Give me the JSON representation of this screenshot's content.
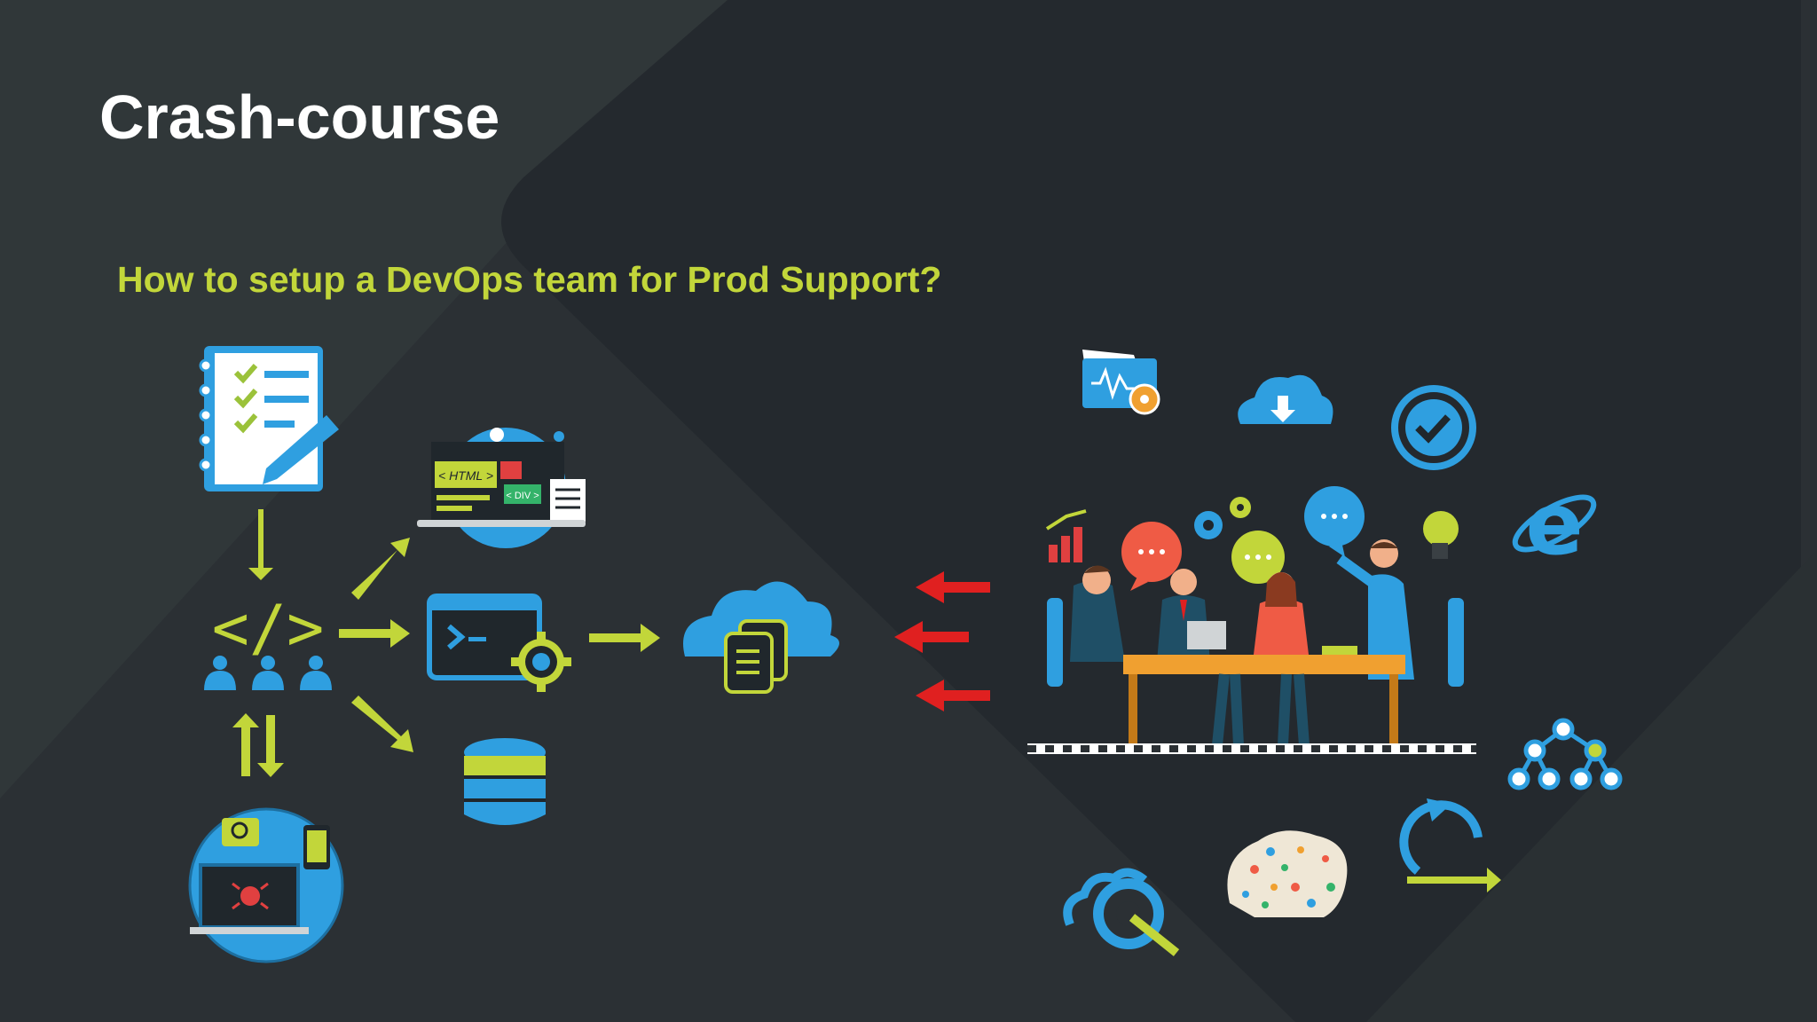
{
  "slide": {
    "title": "Crash-course",
    "subtitle": "How to setup a DevOps team for Prod Support?"
  },
  "icons": {
    "left_flow": [
      "checklist-icon",
      "web-code-icon",
      "code-team-icon",
      "terminal-settings-icon",
      "cloud-documents-icon",
      "database-icon",
      "testing-laptop-icon"
    ],
    "right_cluster": [
      "monitoring-folder-icon",
      "cloud-download-icon",
      "check-circle-icon",
      "growth-chart-icon",
      "gears-icon",
      "chat-bubbles-icon",
      "lightbulb-icon",
      "internet-explorer-icon",
      "hierarchy-icon",
      "cycle-arrow-icon",
      "brain-icon",
      "cloud-tools-icon",
      "team-meeting-illustration"
    ],
    "text_glyphs": {
      "code_tag": "</>",
      "html_tag": "< HTML >",
      "div_tag": "< DIV >",
      "browser_e": "e"
    }
  },
  "colors": {
    "background": "#2b3034",
    "accent_green": "#c2d63a",
    "accent_blue": "#2f9fe0",
    "arrow_red": "#e02020",
    "title": "#ffffff"
  }
}
